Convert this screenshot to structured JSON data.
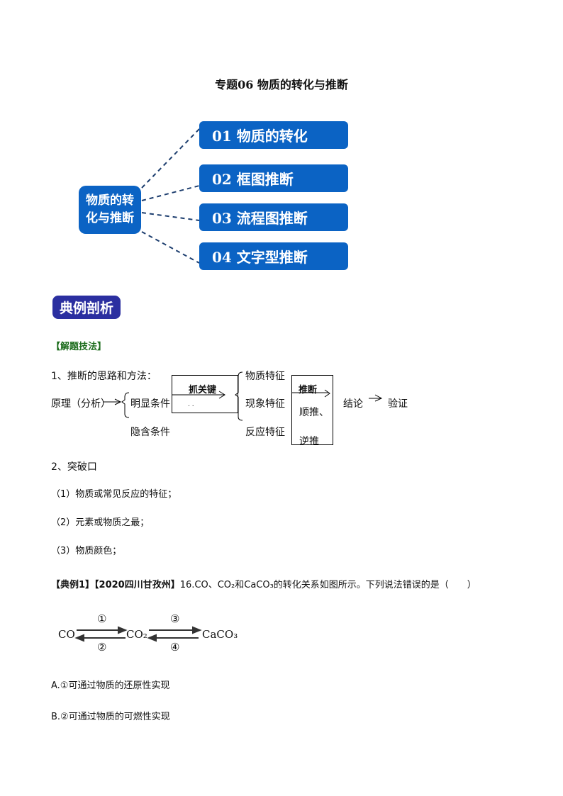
{
  "title": "专题06  物质的转化与推断",
  "mindmap": {
    "center": "物质的转化与推断",
    "items": [
      "01  物质的转化",
      "02  框图推断",
      "03  流程图推断",
      "04  文字型推断"
    ],
    "color": "#0b63c4"
  },
  "section_badge": "典例剖析",
  "tip_label": "【解题技法】",
  "method": {
    "heading": "1、推断的思路和方法：",
    "principle": "原理（分析）",
    "obvious": "明显条件",
    "hidden": "隐含条件",
    "key": "抓关键",
    "key_sub": ". .",
    "features": [
      "物质特征",
      "现象特征",
      "反应特征"
    ],
    "infer": "推断",
    "infer_sub1": "顺推、",
    "infer_sub2": "逆推",
    "conclusion": "结论",
    "verify": "验证"
  },
  "breakthrough": {
    "heading": "2、突破口",
    "items": [
      "（1）物质或常见反应的特征；",
      "（2）元素或物质之最；",
      "（3）物质颜色；"
    ]
  },
  "example": {
    "tag": "【典例1】【2020四川甘孜州】",
    "question": "16.CO、CO₂和CaCO₃的转化关系如图所示。下列说法错误的是（　　）",
    "diagram": {
      "species": [
        "CO",
        "CO₂",
        "CaCO₃"
      ],
      "labels": [
        "①",
        "②",
        "③",
        "④"
      ]
    },
    "options": [
      "A.①可通过物质的还原性实现",
      "B.②可通过物质的可燃性实现"
    ]
  }
}
